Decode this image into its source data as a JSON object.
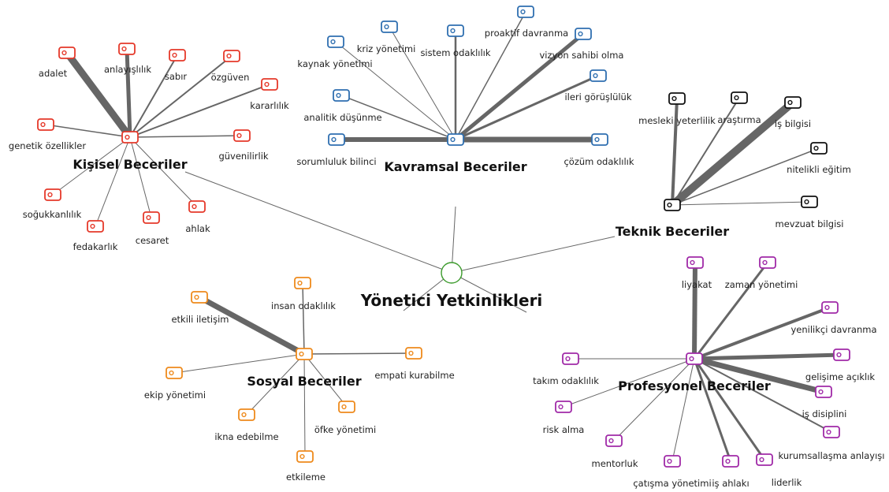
{
  "root": {
    "label": "Yönetici Yetkinlikleri",
    "color": "#3a9a2a"
  },
  "groups": [
    {
      "key": "kisisel",
      "label": "Kişisel Beceriler",
      "color": "#e5392a",
      "items": [
        "adalet",
        "anlayışlılık",
        "sabır",
        "özgüven",
        "kararlılık",
        "genetik özellikler",
        "güvenilirlik",
        "soğukkanlılık",
        "fedakarlık",
        "cesaret",
        "ahlak"
      ]
    },
    {
      "key": "kavramsal",
      "label": "Kavramsal Beceriler",
      "color": "#2f6fb0",
      "items": [
        "kaynak yönetimi",
        "kriz yönetimi",
        "sistem odaklılık",
        "proaktif davranma",
        "vizyon sahibi olma",
        "ileri görüşlülük",
        "analitik düşünme",
        "sorumluluk bilinci",
        "çözüm odaklılık"
      ]
    },
    {
      "key": "teknik",
      "label": "Teknik Beceriler",
      "color": "#111111",
      "items": [
        "mesleki yeterlilik",
        "araştırma",
        "iş bilgisi",
        "nitelikli eğitim",
        "mevzuat bilgisi"
      ]
    },
    {
      "key": "sosyal",
      "label": "Sosyal Beceriler",
      "color": "#ee8a1c",
      "items": [
        "etkili iletişim",
        "insan odaklılık",
        "empati kurabilme",
        "ekip yönetimi",
        "ikna edebilme",
        "öfke yönetimi",
        "etkileme"
      ]
    },
    {
      "key": "profesyonel",
      "label": "Profesyonel Beceriler",
      "color": "#a02aa8",
      "items": [
        "liyakat",
        "zaman yönetimi",
        "yenilikçi davranma",
        "gelişime açıklık",
        "takım odaklılık",
        "iş disiplini",
        "risk alma",
        "kurumsallaşma anlayışı",
        "mentorluk",
        "çatışma yönetimi",
        "iş ahlakı",
        "liderlik"
      ]
    }
  ]
}
